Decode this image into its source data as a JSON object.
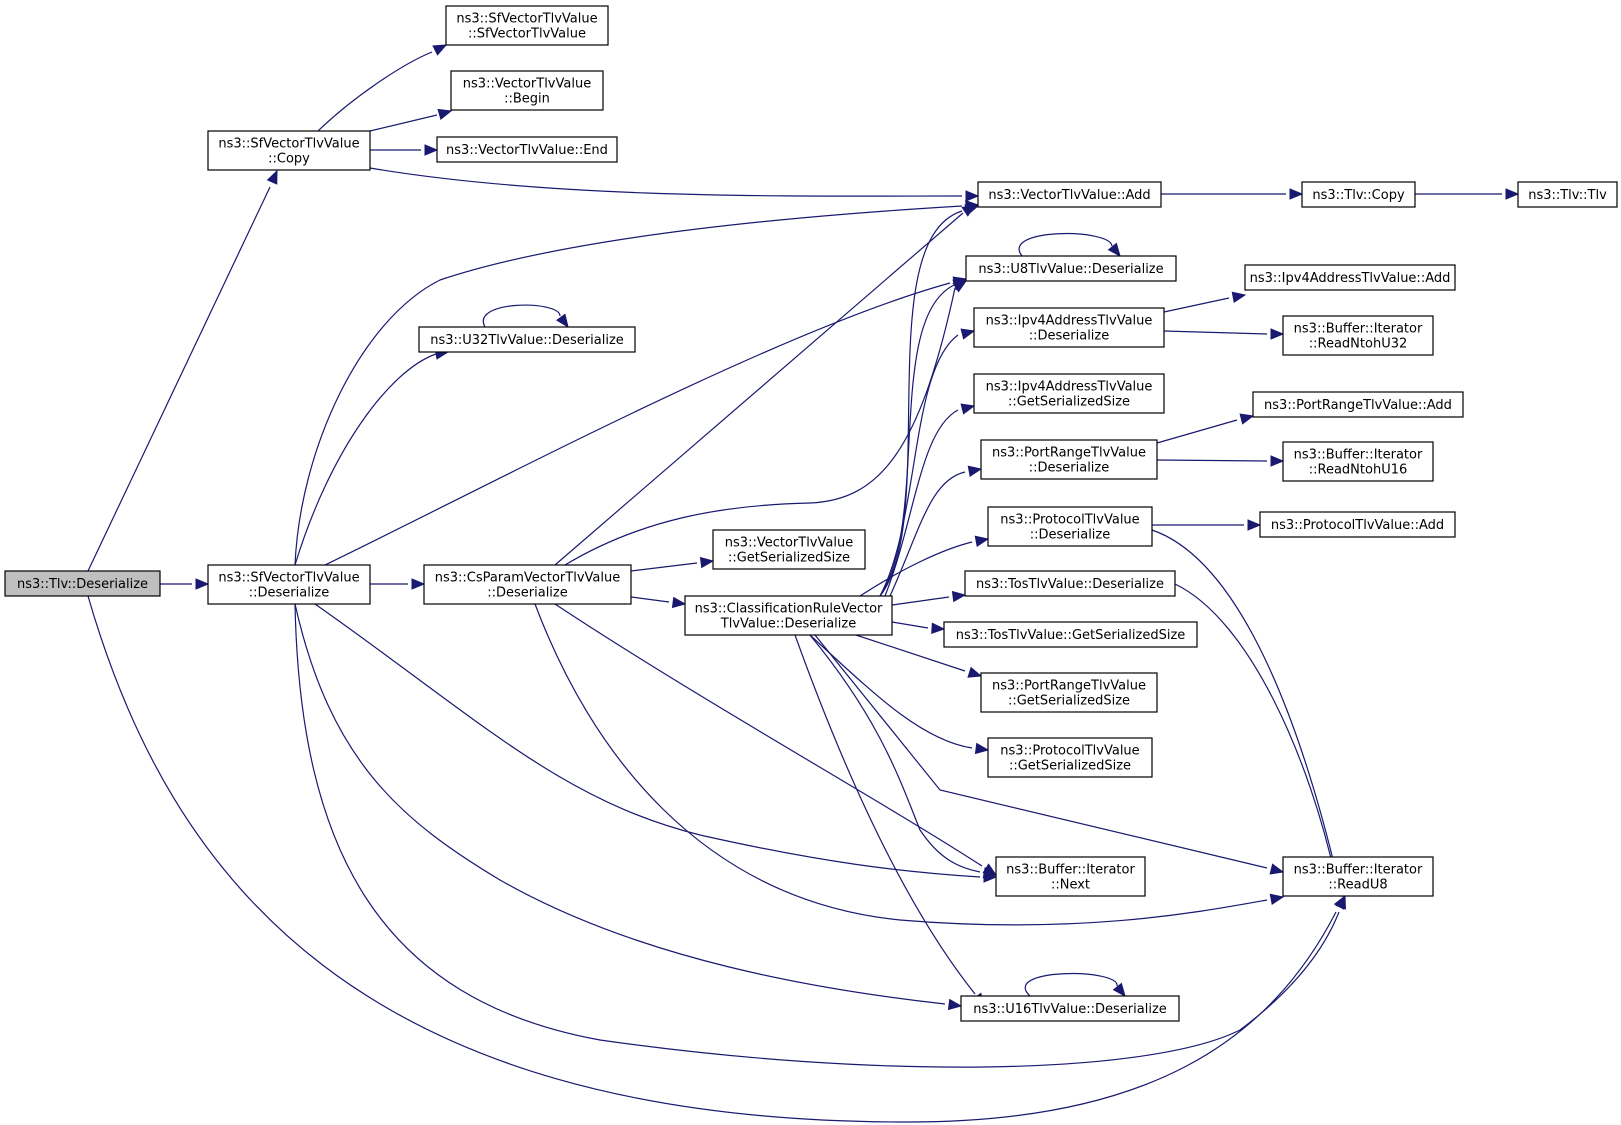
{
  "diagram": {
    "type": "call-graph",
    "line_color": "#191970",
    "root_fill": "#bfbfbf",
    "nodes": [
      {
        "id": "root",
        "lines": [
          "ns3::Tlv::Deserialize"
        ],
        "root": true
      },
      {
        "id": "sfcopy",
        "lines": [
          "ns3::SfVectorTlvValue",
          "::Copy"
        ]
      },
      {
        "id": "sfctor",
        "lines": [
          "ns3::SfVectorTlvValue",
          "::SfVectorTlvValue"
        ]
      },
      {
        "id": "vbegin",
        "lines": [
          "ns3::VectorTlvValue",
          "::Begin"
        ]
      },
      {
        "id": "vend",
        "lines": [
          "ns3::VectorTlvValue::End"
        ]
      },
      {
        "id": "vadd",
        "lines": [
          "ns3::VectorTlvValue::Add"
        ]
      },
      {
        "id": "tlvcopy",
        "lines": [
          "ns3::Tlv::Copy"
        ]
      },
      {
        "id": "tlvtlv",
        "lines": [
          "ns3::Tlv::Tlv"
        ]
      },
      {
        "id": "u8deser",
        "lines": [
          "ns3::U8TlvValue::Deserialize"
        ]
      },
      {
        "id": "ipv4add",
        "lines": [
          "ns3::Ipv4AddressTlvValue::Add"
        ]
      },
      {
        "id": "ipv4deser",
        "lines": [
          "ns3::Ipv4AddressTlvValue",
          "::Deserialize"
        ]
      },
      {
        "id": "readu32",
        "lines": [
          "ns3::Buffer::Iterator",
          "::ReadNtohU32"
        ]
      },
      {
        "id": "u32deser",
        "lines": [
          "ns3::U32TlvValue::Deserialize"
        ]
      },
      {
        "id": "ipv4size",
        "lines": [
          "ns3::Ipv4AddressTlvValue",
          "::GetSerializedSize"
        ]
      },
      {
        "id": "portadd",
        "lines": [
          "ns3::PortRangeTlvValue::Add"
        ]
      },
      {
        "id": "portdeser",
        "lines": [
          "ns3::PortRangeTlvValue",
          "::Deserialize"
        ]
      },
      {
        "id": "readu16",
        "lines": [
          "ns3::Buffer::Iterator",
          "::ReadNtohU16"
        ]
      },
      {
        "id": "protodeser",
        "lines": [
          "ns3::ProtocolTlvValue",
          "::Deserialize"
        ]
      },
      {
        "id": "protoadd",
        "lines": [
          "ns3::ProtocolTlvValue::Add"
        ]
      },
      {
        "id": "vsize",
        "lines": [
          "ns3::VectorTlvValue",
          "::GetSerializedSize"
        ]
      },
      {
        "id": "sfdeser",
        "lines": [
          "ns3::SfVectorTlvValue",
          "::Deserialize"
        ]
      },
      {
        "id": "csdeser",
        "lines": [
          "ns3::CsParamVectorTlvValue",
          "::Deserialize"
        ]
      },
      {
        "id": "crdeser",
        "lines": [
          "ns3::ClassificationRuleVector",
          "TlvValue::Deserialize"
        ]
      },
      {
        "id": "tosdeser",
        "lines": [
          "ns3::TosTlvValue::Deserialize"
        ]
      },
      {
        "id": "tossize",
        "lines": [
          "ns3::TosTlvValue::GetSerializedSize"
        ]
      },
      {
        "id": "portsize",
        "lines": [
          "ns3::PortRangeTlvValue",
          "::GetSerializedSize"
        ]
      },
      {
        "id": "protosize",
        "lines": [
          "ns3::ProtocolTlvValue",
          "::GetSerializedSize"
        ]
      },
      {
        "id": "next",
        "lines": [
          "ns3::Buffer::Iterator",
          "::Next"
        ]
      },
      {
        "id": "readu8",
        "lines": [
          "ns3::Buffer::Iterator",
          "::ReadU8"
        ]
      },
      {
        "id": "u16deser",
        "lines": [
          "ns3::U16TlvValue::Deserialize"
        ]
      }
    ],
    "edges": [
      {
        "from": "root",
        "to": "sfcopy"
      },
      {
        "from": "root",
        "to": "sfdeser"
      },
      {
        "from": "root",
        "to": "readu8"
      },
      {
        "from": "sfcopy",
        "to": "sfctor"
      },
      {
        "from": "sfcopy",
        "to": "vbegin"
      },
      {
        "from": "sfcopy",
        "to": "vend"
      },
      {
        "from": "sfcopy",
        "to": "vadd"
      },
      {
        "from": "vadd",
        "to": "tlvcopy"
      },
      {
        "from": "tlvcopy",
        "to": "tlvtlv"
      },
      {
        "from": "sfdeser",
        "to": "vadd"
      },
      {
        "from": "sfdeser",
        "to": "u8deser"
      },
      {
        "from": "sfdeser",
        "to": "u32deser"
      },
      {
        "from": "sfdeser",
        "to": "csdeser"
      },
      {
        "from": "sfdeser",
        "to": "next"
      },
      {
        "from": "sfdeser",
        "to": "u16deser"
      },
      {
        "from": "sfdeser",
        "to": "readu8"
      },
      {
        "from": "u32deser",
        "to": "u32deser"
      },
      {
        "from": "u8deser",
        "to": "u8deser"
      },
      {
        "from": "u16deser",
        "to": "u16deser"
      },
      {
        "from": "csdeser",
        "to": "vadd"
      },
      {
        "from": "csdeser",
        "to": "u8deser"
      },
      {
        "from": "csdeser",
        "to": "vsize"
      },
      {
        "from": "csdeser",
        "to": "crdeser"
      },
      {
        "from": "csdeser",
        "to": "next"
      },
      {
        "from": "csdeser",
        "to": "readu8"
      },
      {
        "from": "crdeser",
        "to": "vadd"
      },
      {
        "from": "crdeser",
        "to": "u8deser"
      },
      {
        "from": "crdeser",
        "to": "ipv4deser"
      },
      {
        "from": "crdeser",
        "to": "ipv4size"
      },
      {
        "from": "crdeser",
        "to": "portdeser"
      },
      {
        "from": "crdeser",
        "to": "protodeser"
      },
      {
        "from": "crdeser",
        "to": "tosdeser"
      },
      {
        "from": "crdeser",
        "to": "tossize"
      },
      {
        "from": "crdeser",
        "to": "portsize"
      },
      {
        "from": "crdeser",
        "to": "protosize"
      },
      {
        "from": "crdeser",
        "to": "next"
      },
      {
        "from": "crdeser",
        "to": "readu8"
      },
      {
        "from": "crdeser",
        "to": "u16deser"
      },
      {
        "from": "ipv4deser",
        "to": "ipv4add"
      },
      {
        "from": "ipv4deser",
        "to": "readu32"
      },
      {
        "from": "portdeser",
        "to": "portadd"
      },
      {
        "from": "portdeser",
        "to": "readu16"
      },
      {
        "from": "protodeser",
        "to": "protoadd"
      },
      {
        "from": "protodeser",
        "to": "readu8"
      },
      {
        "from": "tosdeser",
        "to": "readu8"
      }
    ]
  }
}
